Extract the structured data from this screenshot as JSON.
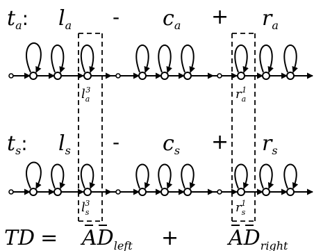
{
  "row_a": {
    "t": "t",
    "t_sub": "a",
    "colon": ":",
    "l": "l",
    "l_sub": "a",
    "minus": "-",
    "c": "c",
    "c_sub": "a",
    "plus": "+",
    "r": "r",
    "r_sub": "a",
    "left_marker": "l",
    "left_marker_sub": "a",
    "left_marker_sup": "3",
    "right_marker": "r",
    "right_marker_sub": "a",
    "right_marker_sup": "1"
  },
  "row_s": {
    "t": "t",
    "t_sub": "s",
    "colon": ":",
    "l": "l",
    "l_sub": "s",
    "minus": "-",
    "c": "c",
    "c_sub": "s",
    "plus": "+",
    "r": "r",
    "r_sub": "s",
    "left_marker": "l",
    "left_marker_sub": "s",
    "left_marker_sup": "3",
    "right_marker": "r",
    "right_marker_sub": "s",
    "right_marker_sup": "1"
  },
  "formula": {
    "lhs": "TD",
    "equals": "=",
    "term_left": "AD",
    "term_left_sub": "left",
    "plus": "+",
    "term_right": "AD",
    "term_right_sub": "right"
  }
}
